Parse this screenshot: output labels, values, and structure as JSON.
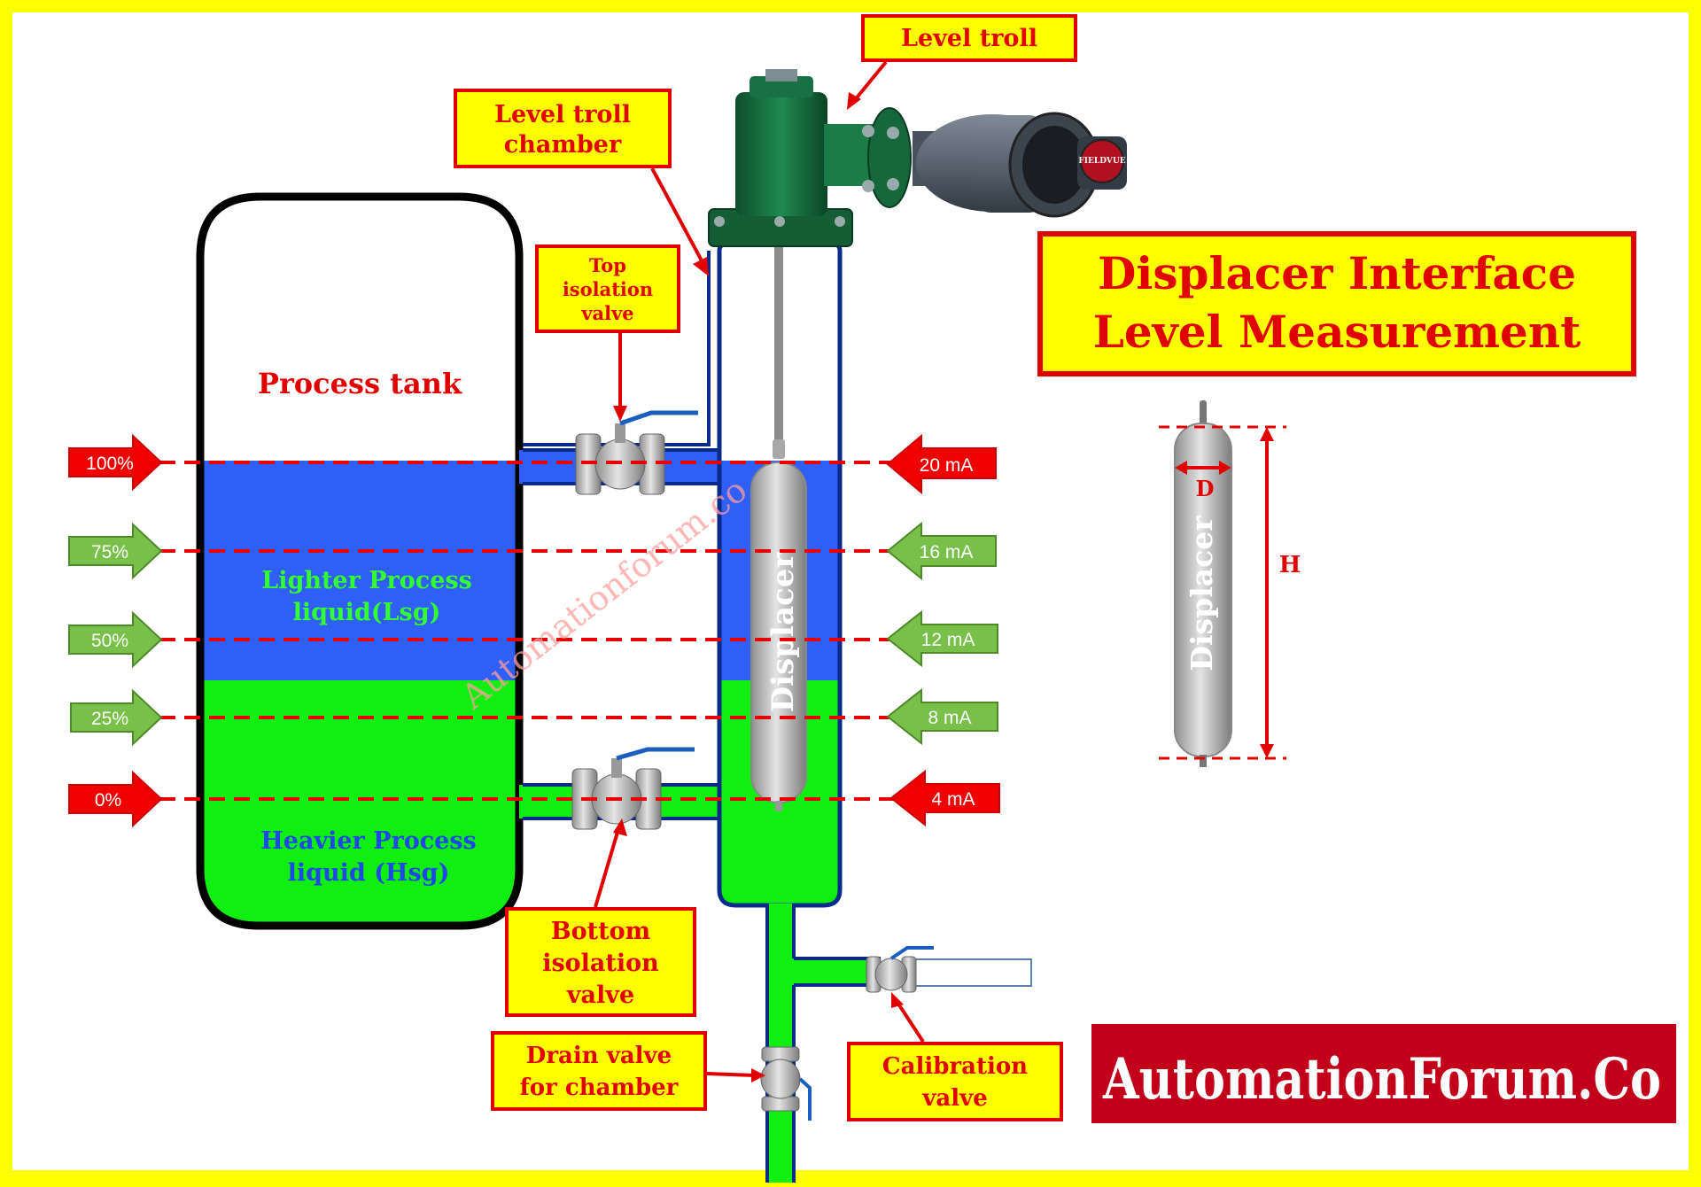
{
  "title": {
    "line1": "Displacer Interface",
    "line2": "Level Measurement"
  },
  "labels": {
    "level_troll": "Level troll",
    "chamber_line1": "Level troll",
    "chamber_line2": "chamber",
    "top_valve_line1": "Top",
    "top_valve_line2": "isolation",
    "top_valve_line3": "valve",
    "bottom_valve_line1": "Bottom",
    "bottom_valve_line2": "isolation",
    "bottom_valve_line3": "valve",
    "drain_line1": "Drain valve",
    "drain_line2": "for chamber",
    "calibration_line1": "Calibration",
    "calibration_line2": "valve",
    "process_tank": "Process tank",
    "lighter_line1": "Lighter Process",
    "lighter_line2": "liquid(Lsg)",
    "heavier_line1": "Heavier Process",
    "heavier_line2": "liquid (Hsg)",
    "displacer": "Displacer",
    "displacer_detail": "Displacer",
    "dim_d": "D",
    "dim_h": "H",
    "watermark": "Automationforum.co",
    "brand": "AutomationForum.Co",
    "fieldvue": "FIELDVUE"
  },
  "levels": [
    {
      "percent": "100%",
      "current": "20 mA",
      "color": "red"
    },
    {
      "percent": "75%",
      "current": "16 mA",
      "color": "green"
    },
    {
      "percent": "50%",
      "current": "12 mA",
      "color": "green"
    },
    {
      "percent": "25%",
      "current": "8 mA",
      "color": "green"
    },
    {
      "percent": "0%",
      "current": "4 mA",
      "color": "red"
    }
  ],
  "colors": {
    "background": "#ffff00",
    "label_red": "#e00000",
    "lighter_liquid": "#2f5ff7",
    "heavier_liquid": "#11ee11",
    "brand_bg": "#c2001a"
  }
}
